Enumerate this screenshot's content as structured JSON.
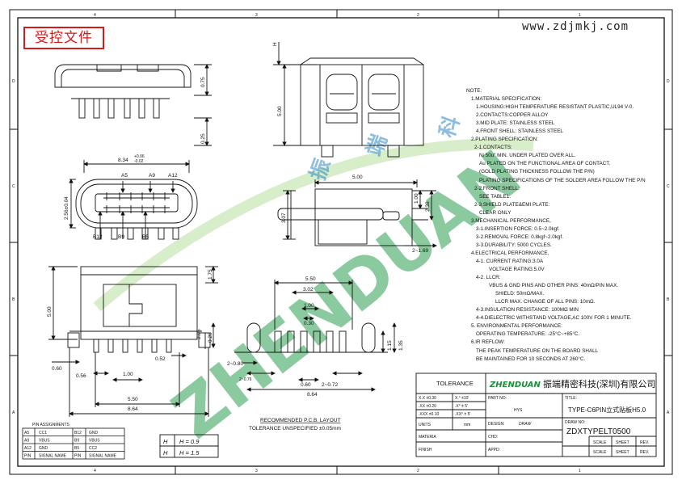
{
  "header": {
    "stamp": "受控文件",
    "website": "www.zdjmkj.com"
  },
  "zone_labels": {
    "top": [
      "4",
      "3",
      "2",
      "1"
    ],
    "left": [
      "D",
      "C",
      "B",
      "A"
    ],
    "right": [
      "D",
      "C",
      "B",
      "A"
    ]
  },
  "front_view": {
    "dim_width": "8.34",
    "dim_width_tol_upper": "+0.06",
    "dim_width_tol_lower": "-0.02",
    "dim_height": "2.56±0.04",
    "pins_top": [
      "A5",
      "A9",
      "A12"
    ],
    "pins_bottom": [
      "B12",
      "B9",
      "B5"
    ],
    "dim_0_75": "0.75",
    "dim_0_25": "0.25"
  },
  "side_view": {
    "dim_h": "H",
    "dim_5_00": "5.00"
  },
  "pcb_view": {
    "dim_5_00": "5.00",
    "dim_1_00": "1.00",
    "dim_2_38": "2.38",
    "dim_3_07": "3.07",
    "dim_2_1_69": "2~1.69"
  },
  "bottom_view": {
    "dim_1_75": "1.75",
    "dim_5_00": "5.00",
    "dim_2_05": "2.05",
    "dim_1_80": "1.80",
    "dim_0_20": "0.20",
    "dim_0_60": "0.60",
    "dim_0_52": "0.52",
    "dim_0_56": "0.56",
    "dim_1_00": "1.00",
    "dim_5_50": "5.50",
    "dim_8_64": "8.64"
  },
  "footprint": {
    "dim_5_50": "5.50",
    "dim_3_02": "3.02",
    "dim_1_00": "1.00",
    "dim_0_30": "0.30",
    "dim_2_0_80": "2~0.80",
    "dim_2_0_76": "2~0.76",
    "dim_0_60": "0.60",
    "dim_2_0_72": "2~0.72",
    "dim_8_64": "8.64",
    "dim_1_15": "1.15",
    "dim_1_35": "1.35",
    "caption": "RECOMMENDED P.C.B. LAYOUT",
    "tolerance": "TOLERANCE UNSPECIFIED ±0.05mm"
  },
  "heights": [
    "H",
    "H = 0.9",
    "H",
    "H = 1.5"
  ],
  "pin_assignments": {
    "title": "PIN ASSIGNMENTS",
    "rows": [
      [
        "A5",
        "CC1",
        "B12",
        "GND"
      ],
      [
        "A9",
        "VBUS",
        "B9",
        "VBUS"
      ],
      [
        "A12",
        "GND",
        "B5",
        "CC2"
      ],
      [
        "PIN",
        "SIGNAL NAME",
        "PIN",
        "SIGNAL NAME"
      ]
    ]
  },
  "notes": [
    "NOTE:",
    "1.MATERIAL SPECIFICATION:",
    "1.HOUSING:HIGH TEMPERATURE RESISTANT PLASTIC,UL94 V-0.",
    "2.CONTACTS:COPPER ALLOY",
    "3.MID PLATE: STAINLESS STEEL",
    "4.FRONT SHELL: STAINLESS STEEL",
    "2.PLATING SPECIFICATION:",
    "2-1.CONTACTS:",
    "Ni 50u\" MIN. UNDER PLATED OVER ALL.",
    "Au PLATED ON THE FUNCTIONAL AREA OF CONTACT.",
    "(GOLD PLATING THICKNESS FOLLOW THE P/N)",
    "PLATING SPECIFICATIONS OF THE SOLDER AREA FOLLOW THE P/N",
    "2-2.FRONT SHELL:",
    "SEE TABLE1.",
    "2-3.SHIELD PLATE&EMI PLATE:",
    "CLEAR ONLY",
    "3.MECHANICAL PERFORMANCE,",
    "3-1.INSERTION FORCE: 0.5~2.0kgf.",
    "3-2.REMOVAL FORCE: 0.8kgf~2.0kgf.",
    "3-3.DURABILITY: 5000 CYCLES.",
    "4.ELECTRICAL PERFORMANCE,",
    "4-1. CURRENT RATING:3.0A",
    "VOLTAGE RATING:5.0V",
    "4-2. LLCR:",
    "VBUS & GND PINS AND OTHER PINS: 40mΩ/PIN MAX.",
    "SHIELD: 50mΩ/MAX.",
    "LLCR MAX. CHANGE OF ALL PINS: 10mΩ.",
    "4-3.INSULATION RESISTANCE: 100MΩ MIN",
    "4-4.DIELECTRIC WITHSTAND VOLTAGE,AC 100V FOR 1 MINUTE.",
    "5. ENVIRONMENTAL PERFORMANCE:",
    "OPERATING TEMPERATURE: -25°C~+85°C.",
    "6.IR REFLOW:",
    "THE PEAK TEMPERATURE ON THE BOARD SHALL",
    "BE MAINTAINED FOR 10 SECONDS AT 260°C."
  ],
  "title_block": {
    "tolerance_title": "TOLERANCE",
    "tol_rows": [
      [
        "X.X ±0.30",
        "X.° ±10'"
      ],
      [
        ".XX ±0.20",
        ".X° ± 5'"
      ],
      [
        ".XXX ±0.10",
        ".XX° ± 5'"
      ]
    ],
    "units_label": "UNITS",
    "units_value": "mm",
    "material_label": "MATERIA",
    "finish_label": "FINISH",
    "brand_logo": "ZHENDUAN",
    "company_name": "振端精密科技(深圳)有限公司",
    "part_no_label": "PART NO:",
    "part_no_value": "HYS",
    "title_label": "TITLE:",
    "title_value": "TYPE-C6PIN立式贴板H5.0",
    "design_label": "DESIGN:",
    "design_value": "DRAW",
    "drawing_no_label": "DRAW NO:",
    "drawing_no_value": "ZDXTYPELT0500",
    "chk_label": "CHD:",
    "app_label": "APPD:",
    "scale_label": "SCALE",
    "sheet_label": "SHEET",
    "rev_label": "REV."
  },
  "watermark": {
    "brand": "ZHENDUAN",
    "chars": [
      "振",
      "端",
      "科"
    ]
  }
}
